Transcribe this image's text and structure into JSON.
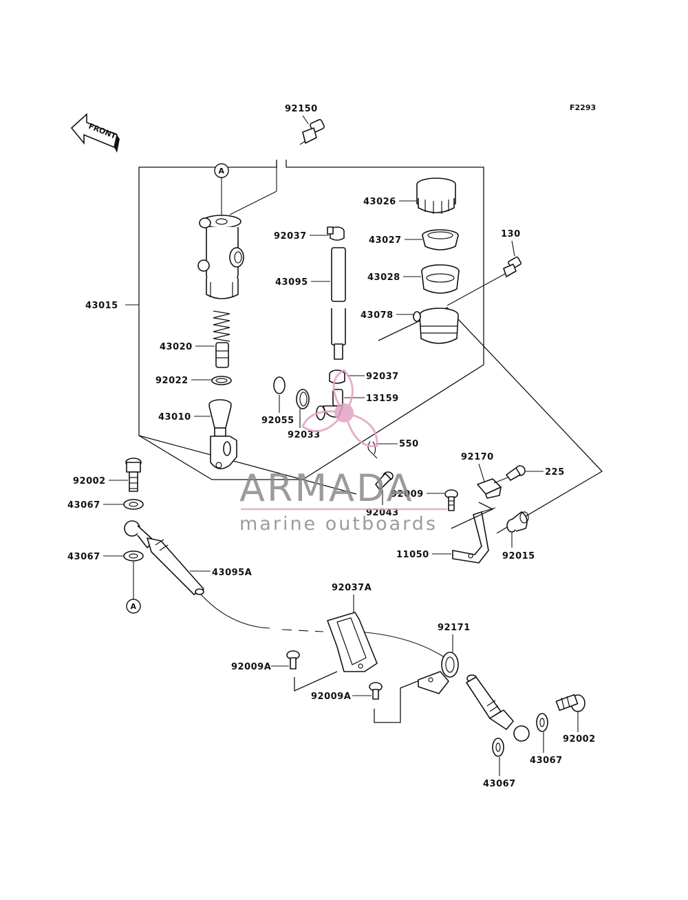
{
  "figure_code": "F2293",
  "front_arrow_label": "FRONT",
  "ref_marker": "A",
  "labels": {
    "p92150": "92150",
    "p43026": "43026",
    "p92037_top": "92037",
    "p43027": "43027",
    "p130": "130",
    "p43095": "43095",
    "p43028": "43028",
    "p43015": "43015",
    "p43078": "43078",
    "p43020": "43020",
    "p92022": "92022",
    "p92037_mid": "92037",
    "p13159": "13159",
    "p43010": "43010",
    "p92055": "92055",
    "p92033": "92033",
    "p550": "550",
    "p92170": "92170",
    "p225": "225",
    "p92002_left": "92002",
    "p92009": "92009",
    "p43067_a": "43067",
    "p92043": "92043",
    "p43067_b": "43067",
    "p11050": "11050",
    "p92015": "92015",
    "p43095A": "43095A",
    "p92037A": "92037A",
    "p92171": "92171",
    "p92009A_a": "92009A",
    "p92009A_b": "92009A",
    "p92002_right": "92002",
    "p43067_c": "43067",
    "p43067_d": "43067"
  },
  "watermark": {
    "brand": "ARMADA",
    "tagline": "marine outboards",
    "accent_color": "#e2a3c4",
    "text_color": "#8a8a8a"
  }
}
